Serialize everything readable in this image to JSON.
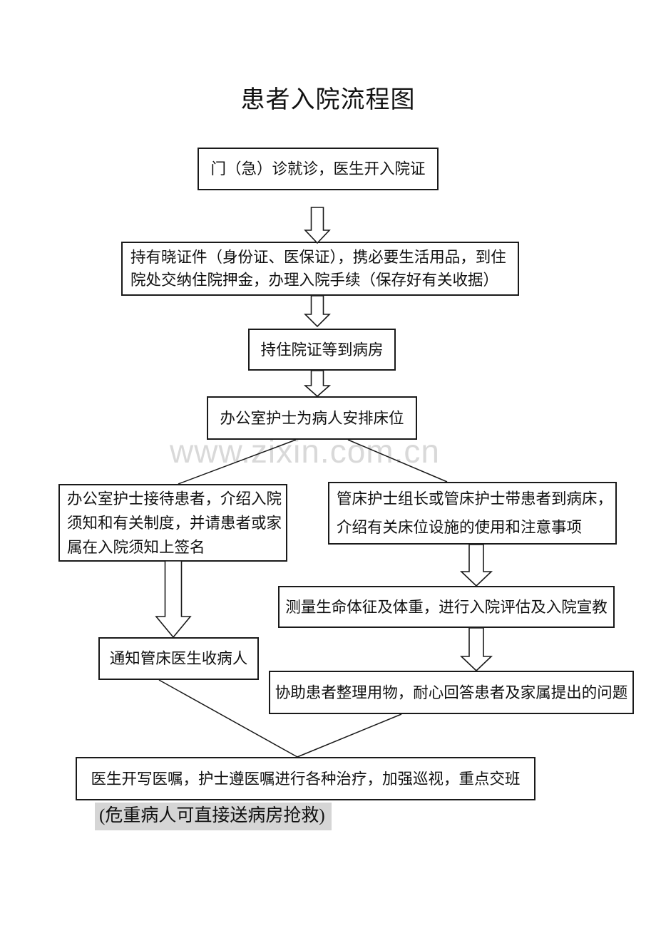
{
  "title": "患者入院流程图",
  "watermark": "www.zixin.com.cn",
  "colors": {
    "line": "#1a1a1a",
    "highlight-bg": "#d5d5d5",
    "watermark": "#d9d9d9",
    "page-bg": "#ffffff"
  },
  "nodes": {
    "visit": {
      "lines": [
        "门（急）诊就诊，医生开入院证"
      ]
    },
    "documents": {
      "lines": [
        "持有晓证件（身份证、医保证），携必要生活用品，到住",
        "院处交纳住院押金，办理入院手续（保存好有关收据）"
      ]
    },
    "wait": {
      "lines": [
        "持住院证等到病房"
      ]
    },
    "assign": {
      "lines": [
        "办公室护士为病人安排床位"
      ]
    },
    "reception": {
      "lines": [
        "办公室护士接待患者，介绍入院",
        "须知和有关制度，并请患者或家",
        "属在入院须知上签名"
      ]
    },
    "bedside": {
      "lines": [
        "管床护士组长或管床护士带患者到病床，",
        "介绍有关床位设施的使用和注意事项"
      ]
    },
    "vitals": {
      "lines": [
        "测量生命体征及体重，进行入院评估及入院宣教"
      ]
    },
    "notify": {
      "lines": [
        "通知管床医生收病人"
      ]
    },
    "assist": {
      "lines": [
        "协助患者整理用物，耐心回答患者及家属提出的问题"
      ]
    },
    "orders": {
      "lines": [
        "医生开写医嘱，护士遵医嘱进行各种治疗，加强巡视，重点交班"
      ]
    }
  },
  "note": "(危重病人可直接送病房抢救)"
}
